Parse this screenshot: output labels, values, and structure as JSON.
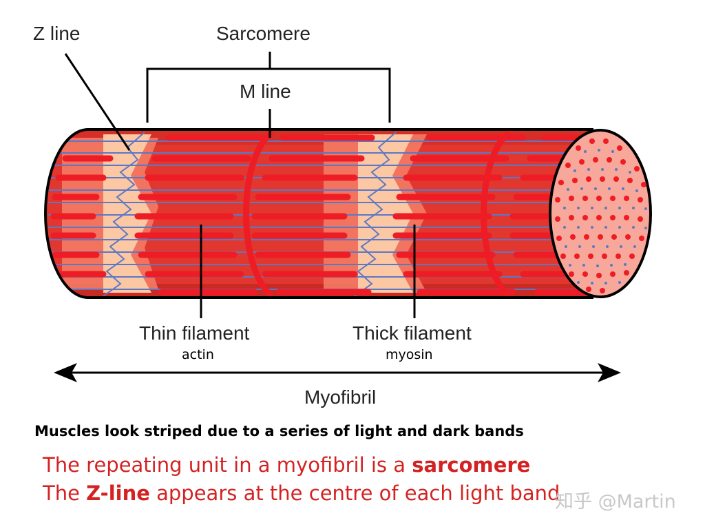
{
  "labels": {
    "z_line": "Z line",
    "sarcomere": "Sarcomere",
    "m_line": "M line",
    "thin_filament": "Thin filament",
    "thin_sub": "actin",
    "thick_filament": "Thick filament",
    "thick_sub": "myosin",
    "myofibril": "Myofibril"
  },
  "caption": "Muscles look striped due to a series of light and dark bands",
  "statements": {
    "line1_pre": "The repeating unit in a myofibril is a ",
    "line1_bold": "sarcomere",
    "line2_pre": "The ",
    "line2_bold": "Z-line",
    "line2_post": " appears at the centre of each light band"
  },
  "watermark": "知乎 @Martin",
  "colors": {
    "dark_red": "#e2372f",
    "thick_red": "#ee1c24",
    "light_band": "#fcc7a3",
    "mid_band": "#f47f67",
    "thin_blue": "#5a78c8",
    "outline": "#000000",
    "text_red": "#d42222"
  }
}
